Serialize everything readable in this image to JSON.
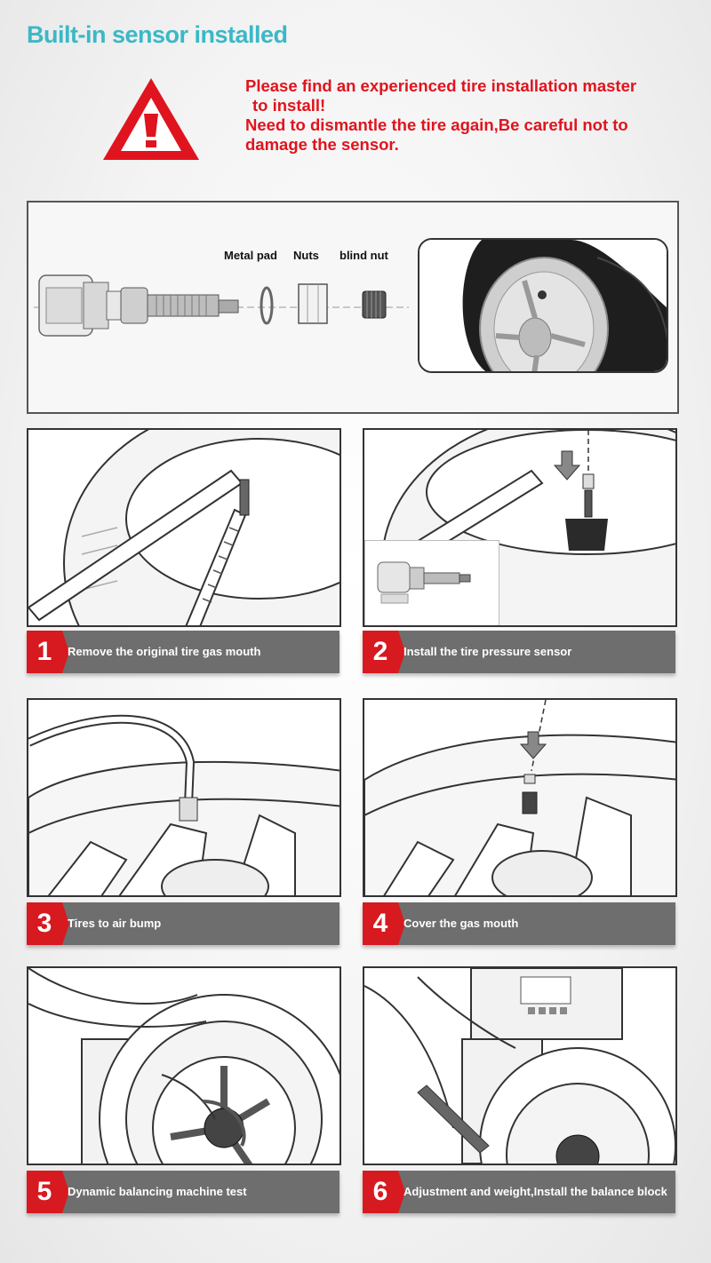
{
  "header": {
    "title": "Built-in sensor installed"
  },
  "warning": {
    "icon": "warning-triangle-icon",
    "line1": "Please find an experienced tire installation master",
    "line2": "to install!",
    "line3": "Need to dismantle the tire again,Be careful not to",
    "line4": "damage the sensor."
  },
  "parts": {
    "metal_pad": "Metal pad",
    "nuts": "Nuts",
    "blind_nut": "blind nut"
  },
  "steps": [
    {
      "number": "1",
      "text": "Remove the original tire gas mouth"
    },
    {
      "number": "2",
      "text": "Install the tire pressure sensor"
    },
    {
      "number": "3",
      "text": "Tires to air bump"
    },
    {
      "number": "4",
      "text": "Cover the gas mouth"
    },
    {
      "number": "5",
      "text": "Dynamic balancing machine test"
    },
    {
      "number": "6",
      "text": "Adjustment and weight,Install the balance block"
    }
  ],
  "colors": {
    "title": "#3bb8c6",
    "warning": "#e0141e",
    "step_number_bg": "#d71920",
    "step_bar_bg": "#6e6e6e"
  }
}
